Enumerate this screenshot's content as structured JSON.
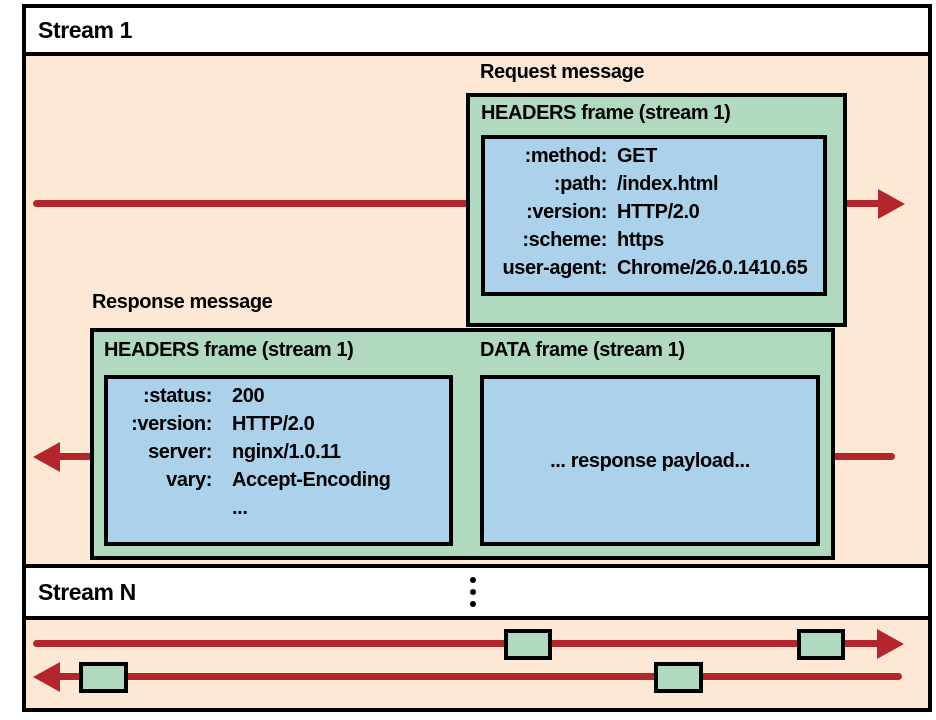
{
  "colors": {
    "lane_background": "#fce8d5",
    "frame_background": "#b0d9c0",
    "payload_background": "#acd1eb",
    "arrow_red": "#b3262b",
    "border_black": "#000000",
    "label_background": "#ffffff"
  },
  "icons": {
    "vertical_ellipsis": "three stacked dots",
    "right_arrow": "red arrow pointing right",
    "left_arrow": "red arrow pointing left"
  },
  "stream1": {
    "label": "Stream 1",
    "request": {
      "message_label": "Request message",
      "frame_title": "HEADERS frame (stream 1)",
      "headers": [
        {
          "key": ":method:",
          "value": "GET"
        },
        {
          "key": ":path:",
          "value": "/index.html"
        },
        {
          "key": ":version:",
          "value": "HTTP/2.0"
        },
        {
          "key": ":scheme:",
          "value": "https"
        },
        {
          "key": "user-agent:",
          "value": "Chrome/26.0.1410.65"
        }
      ]
    },
    "response": {
      "message_label": "Response message",
      "headers_frame_title": "HEADERS frame (stream 1)",
      "data_frame_title": "DATA frame (stream 1)",
      "headers": [
        {
          "key": ":status:",
          "value": "200"
        },
        {
          "key": ":version:",
          "value": "HTTP/2.0"
        },
        {
          "key": "server:",
          "value": "nginx/1.0.11"
        },
        {
          "key": "vary:",
          "value": "Accept-Encoding"
        },
        {
          "key": "",
          "value": "..."
        }
      ],
      "data_frame_body": "... response payload..."
    }
  },
  "streamN": {
    "label": "Stream N"
  }
}
